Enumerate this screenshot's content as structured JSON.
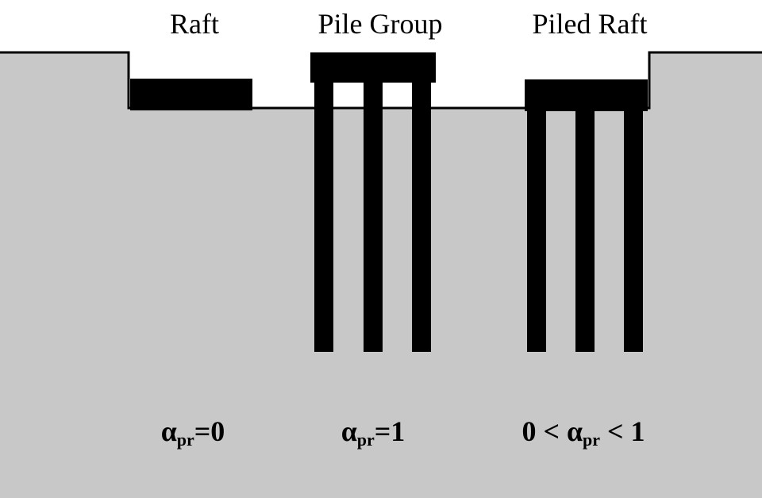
{
  "colors": {
    "soil": "#c8c8c8",
    "foundation": "#000000",
    "outline": "#000000",
    "background": "#ffffff"
  },
  "foundations": [
    {
      "title": "Raft",
      "alpha": {
        "symbol": "α",
        "subscript": "pr",
        "prefix": "",
        "suffix": "=0"
      }
    },
    {
      "title": "Pile Group",
      "alpha": {
        "symbol": "α",
        "subscript": "pr",
        "prefix": "",
        "suffix": "=1"
      }
    },
    {
      "title": "Piled Raft",
      "alpha": {
        "symbol": "α",
        "subscript": "pr",
        "prefix": "0 < ",
        "suffix": " < 1"
      }
    }
  ]
}
